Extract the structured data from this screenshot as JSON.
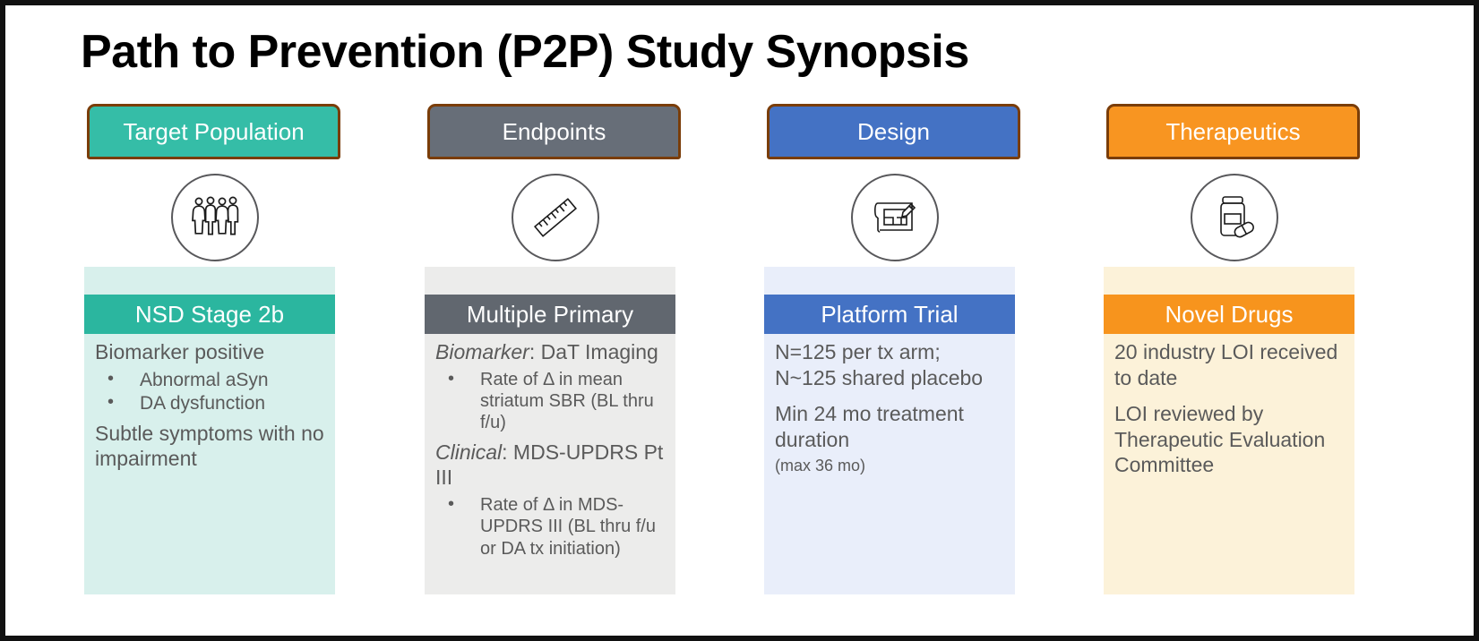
{
  "slide": {
    "title": "Path to Prevention (P2P) Study Synopsis",
    "border_color": "#111111"
  },
  "colors": {
    "teal": "#35bda7",
    "teal_light": "#d8f0ec",
    "gray": "#676e78",
    "gray_light": "#ececeb",
    "blue": "#4472c4",
    "blue_light": "#e9eefa",
    "orange": "#f89521",
    "orange_light": "#fcf2d9",
    "header_border": "#7a3d09",
    "body_text": "#5a5a5a"
  },
  "columns": [
    {
      "header": "Target Population",
      "icon": "people-group-icon",
      "subhead": "NSD Stage 2b",
      "paragraph_1": "Biomarker positive",
      "bullets_1": [
        "Abnormal aSyn",
        "DA dysfunction"
      ],
      "paragraph_2": "Subtle symptoms with no impairment"
    },
    {
      "header": "Endpoints",
      "icon": "ruler-icon",
      "subhead": "Multiple Primary",
      "label_1": "Biomarker",
      "paragraph_1": ": DaT Imaging",
      "bullets_1": [
        "Rate of Δ in mean striatum SBR (BL thru f/u)"
      ],
      "label_2": "Clinical",
      "paragraph_2": ": MDS-UPDRS Pt III",
      "bullets_2": [
        "Rate of Δ in MDS-UPDRS III (BL thru f/u or DA tx initiation)"
      ]
    },
    {
      "header": "Design",
      "icon": "blueprint-pencil-icon",
      "subhead": "Platform Trial",
      "paragraph_1": "N=125 per tx arm; N~125 shared placebo",
      "paragraph_2": "Min 24 mo treatment duration",
      "paragraph_2_note": "(max 36 mo)"
    },
    {
      "header": "Therapeutics",
      "icon": "pill-bottle-icon",
      "subhead": "Novel Drugs",
      "paragraph_1": "20 industry LOI received to date",
      "paragraph_2": "LOI reviewed by Therapeutic Evaluation Committee"
    }
  ]
}
